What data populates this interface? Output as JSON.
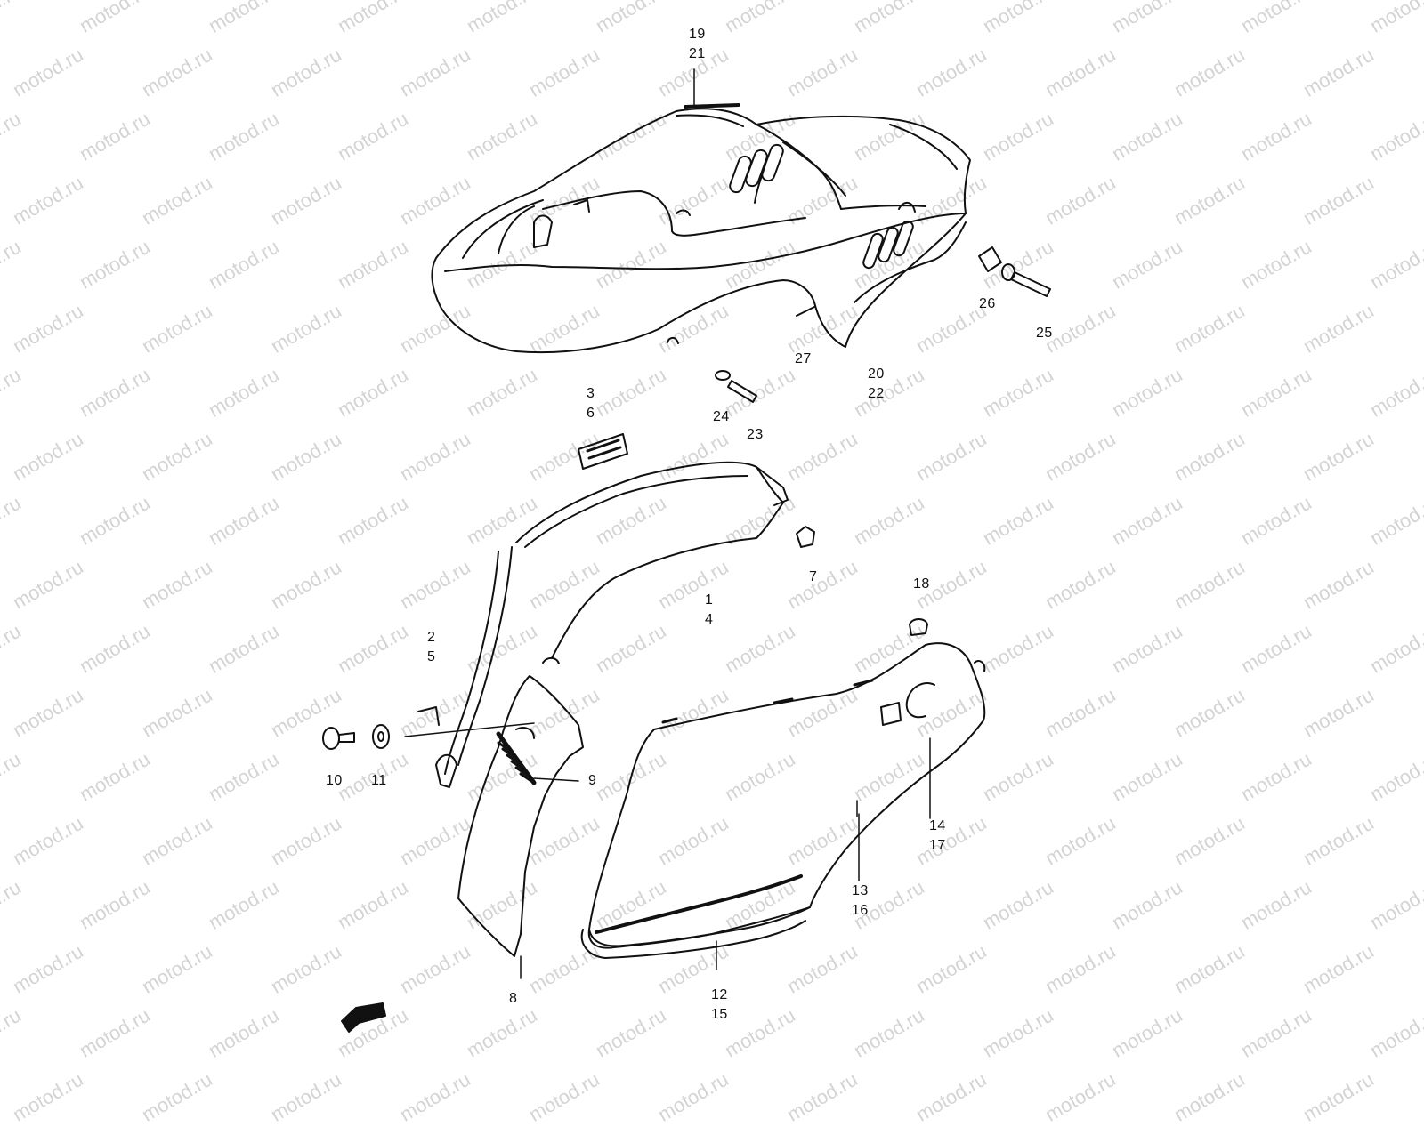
{
  "watermark": "motod.ru",
  "callouts": [
    {
      "id": "c-19",
      "text": "19"
    },
    {
      "id": "c-21",
      "text": "21"
    },
    {
      "id": "c-26",
      "text": "26"
    },
    {
      "id": "c-25",
      "text": "25"
    },
    {
      "id": "c-27",
      "text": "27"
    },
    {
      "id": "c-20",
      "text": "20"
    },
    {
      "id": "c-22",
      "text": "22"
    },
    {
      "id": "c-3",
      "text": "3"
    },
    {
      "id": "c-6",
      "text": "6"
    },
    {
      "id": "c-24",
      "text": "24"
    },
    {
      "id": "c-23",
      "text": "23"
    },
    {
      "id": "c-7",
      "text": "7"
    },
    {
      "id": "c-18",
      "text": "18"
    },
    {
      "id": "c-1",
      "text": "1"
    },
    {
      "id": "c-4",
      "text": "4"
    },
    {
      "id": "c-2",
      "text": "2"
    },
    {
      "id": "c-5",
      "text": "5"
    },
    {
      "id": "c-10",
      "text": "10"
    },
    {
      "id": "c-11",
      "text": "11"
    },
    {
      "id": "c-9",
      "text": "9"
    },
    {
      "id": "c-14",
      "text": "14"
    },
    {
      "id": "c-17",
      "text": "17"
    },
    {
      "id": "c-13",
      "text": "13"
    },
    {
      "id": "c-16",
      "text": "16"
    },
    {
      "id": "c-8",
      "text": "8"
    },
    {
      "id": "c-12",
      "text": "12"
    },
    {
      "id": "c-15",
      "text": "15"
    }
  ]
}
